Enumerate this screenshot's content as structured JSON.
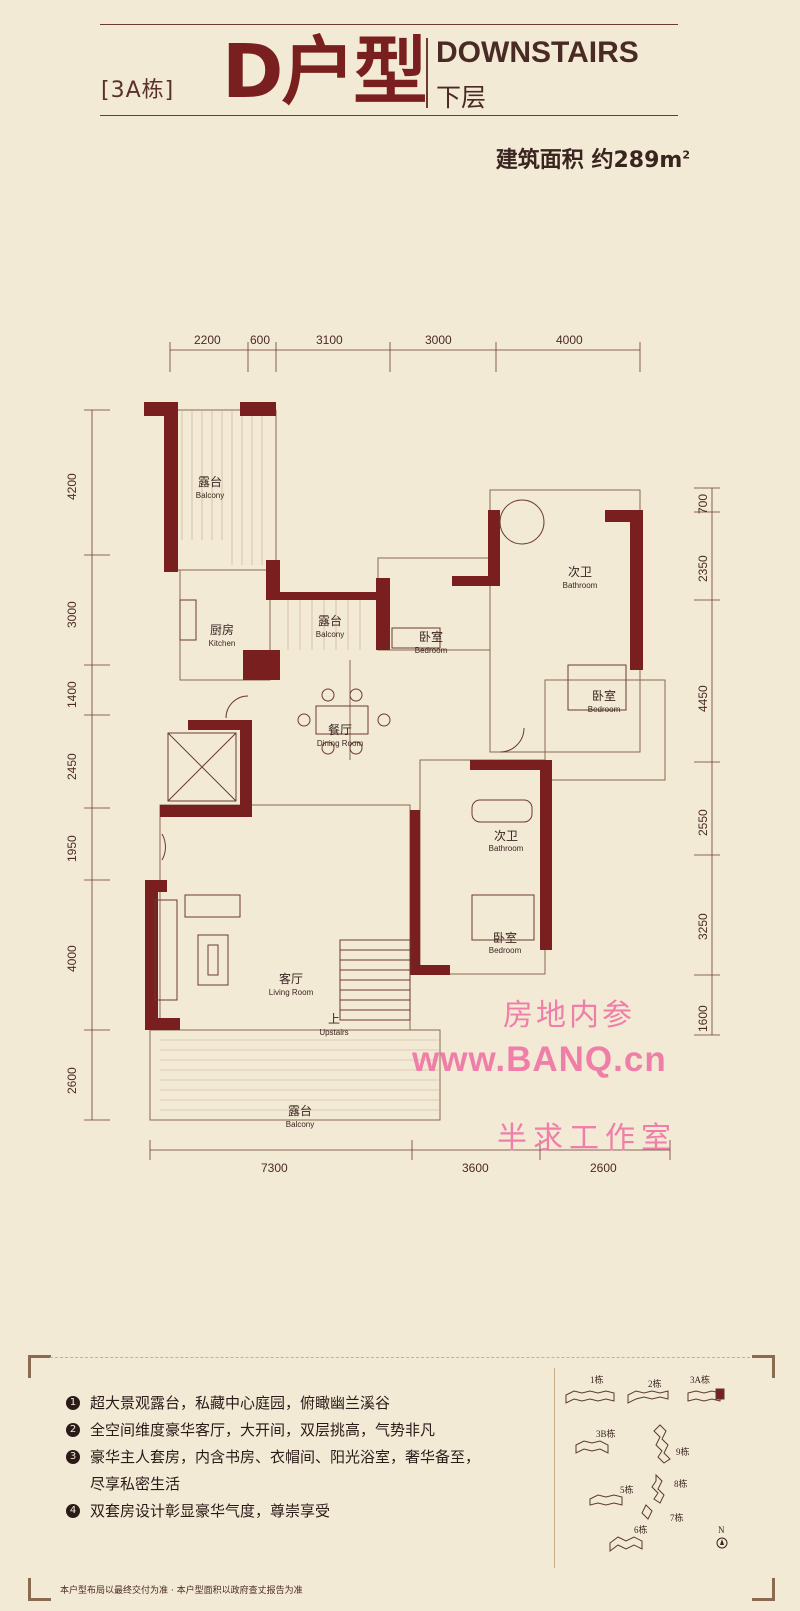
{
  "header": {
    "building_tag": "[3A栋]",
    "unit_type": "D户型",
    "floor_en": "DOWNSTAIRS",
    "floor_cn": "下层",
    "area_label": "建筑面积",
    "area_value": "约289m",
    "area_unit_sup": "2"
  },
  "dimensions": {
    "top": [
      "2200",
      "600",
      "3100",
      "3000",
      "4000"
    ],
    "bottom": [
      "7300",
      "3600",
      "2600"
    ],
    "left": [
      "4200",
      "3000",
      "1400",
      "2450",
      "1950",
      "4000",
      "2600"
    ],
    "right": [
      "700",
      "2350",
      "4450",
      "2550",
      "3250",
      "1600"
    ]
  },
  "rooms": {
    "balcony_top": {
      "cn": "露台",
      "en": "Balcony"
    },
    "kitchen": {
      "cn": "厨房",
      "en": "Kitchen"
    },
    "balcony_mid": {
      "cn": "露台",
      "en": "Balcony"
    },
    "bedroom_mid": {
      "cn": "卧室",
      "en": "Bedroom"
    },
    "bathroom_top": {
      "cn": "次卫",
      "en": "Bathroom"
    },
    "bedroom_right": {
      "cn": "卧室",
      "en": "Bedroom"
    },
    "dining": {
      "cn": "餐厅",
      "en": "Dining Room"
    },
    "bathroom_lower": {
      "cn": "次卫",
      "en": "Bathroom"
    },
    "bedroom_lower": {
      "cn": "卧室",
      "en": "Bedroom"
    },
    "living": {
      "cn": "客厅",
      "en": "Living Room"
    },
    "upstairs": {
      "cn": "上",
      "en": "Upstairs"
    },
    "balcony_bottom": {
      "cn": "露台",
      "en": "Balcony"
    }
  },
  "watermark": {
    "line1": "房地内参",
    "line2": "www.BANQ.cn",
    "line3": "半求工作室"
  },
  "features": [
    {
      "num": "1",
      "text": "超大景观露台，私藏中心庭园，俯瞰幽兰溪谷"
    },
    {
      "num": "2",
      "text": "全空间维度豪华客厅，大开间，双层挑高，气势非凡"
    },
    {
      "num": "3",
      "text": "豪华主人套房，内含书房、衣帽间、阳光浴室，奢华备至，",
      "cont": "尽享私密生活"
    },
    {
      "num": "4",
      "text": "双套房设计彰显豪华气度，尊崇享受"
    }
  ],
  "site_map": {
    "labels": [
      "1栋",
      "2栋",
      "3A栋",
      "3B栋",
      "9栋",
      "5栋",
      "8栋",
      "7栋",
      "6栋"
    ],
    "north": "N"
  },
  "footnote": "本户型布局以最终交付为准 · 本户型面积以政府查丈报告为准",
  "colors": {
    "wall": "#7a1f1f",
    "accent": "#7a1f1f",
    "background": "#f3ead6",
    "watermark": "#ef7fa8"
  }
}
